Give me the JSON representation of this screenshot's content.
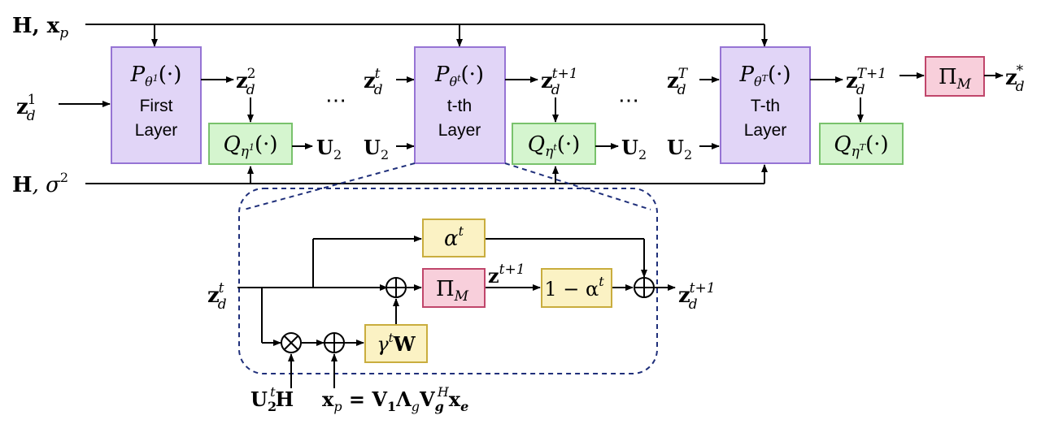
{
  "top": {
    "input_H_xp": {
      "a": "H",
      "b": ", x",
      "sub": "p"
    },
    "input_H_sigma": {
      "a": "H",
      "b": ", σ",
      "sup": "2"
    }
  },
  "layers": [
    {
      "op": "P",
      "param": "θ",
      "param_sup": "1",
      "line1": "First",
      "line2": "Layer",
      "q_param": "η",
      "q_sup": "1"
    },
    {
      "op": "P",
      "param": "θ",
      "param_sup": "t",
      "line1": "t-th",
      "line2": "Layer",
      "q_param": "η",
      "q_sup": "t"
    },
    {
      "op": "P",
      "param": "θ",
      "param_sup": "T",
      "line1": "T-th",
      "line2": "Layer",
      "q_param": "η",
      "q_sup": "T"
    }
  ],
  "signals": {
    "z": "z",
    "d": "d",
    "sup1": "1",
    "sup2": "2",
    "supt": "t",
    "supt1": "t+1",
    "supT": "T",
    "supT1": "T+1",
    "star": "*",
    "U": "U",
    "U_sub": "2",
    "ellipsis": "⋯"
  },
  "projection": {
    "pi": "Π",
    "sub": "M"
  },
  "inset": {
    "alpha": "α",
    "alpha_sup": "t",
    "one_minus": "1 − α",
    "one_minus_sup": "t",
    "gamma": "γ",
    "gamma_sup": "t",
    "W": "W",
    "z_mid": "z",
    "z_mid_sup": "t+1",
    "plus": "+",
    "times": "×",
    "bottom_left": {
      "U": "U",
      "sub": "2",
      "sup": "t",
      "H": "H"
    },
    "bottom_right": "x",
    "bottom_right_sub": "p",
    "bottom_right_eq": " = V",
    "bottom_right_eq_sub": "1",
    "lambda": "Λ",
    "lambda_sub": "g",
    "V2": "V",
    "V2_sub": "g",
    "V2_sup": "H",
    "xe": "x",
    "xe_sub": "e"
  }
}
